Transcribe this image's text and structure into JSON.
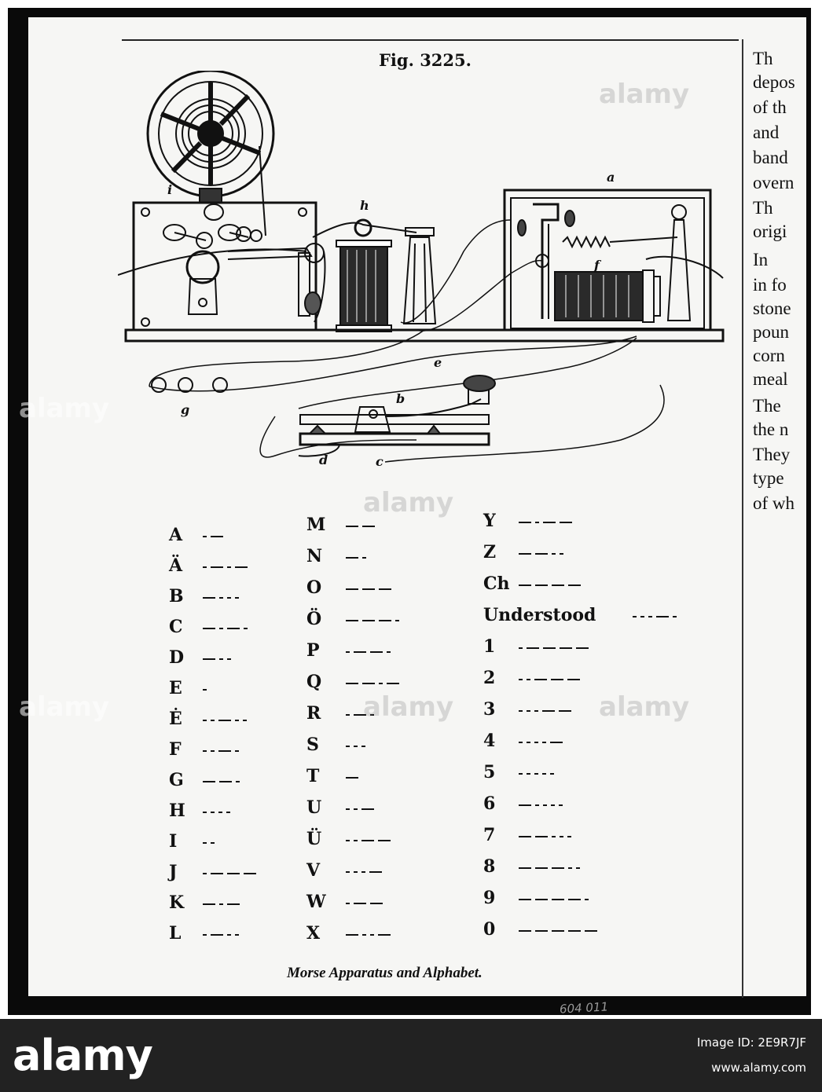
{
  "figure": {
    "title": "Fig. 3225.",
    "caption": "Morse Apparatus and Alphabet.",
    "part_labels": [
      "a",
      "b",
      "c",
      "d",
      "e",
      "f",
      "g",
      "h",
      "i"
    ]
  },
  "body_text": [
    "Th",
    "depos",
    "of th",
    "and",
    "band",
    "overn",
    "Th",
    "origi",
    "In",
    "in fo",
    "stone",
    "poun",
    "corn",
    "meal",
    "The",
    "the n",
    "They",
    "type",
    "of wh"
  ],
  "alphabet": {
    "columns": [
      [
        {
          "mark": "A",
          "code": ".-"
        },
        {
          "mark": "Ä",
          "code": ".-.-"
        },
        {
          "mark": "B",
          "code": "-..."
        },
        {
          "mark": "C",
          "code": "-.-."
        },
        {
          "mark": "D",
          "code": "-.."
        },
        {
          "mark": "E",
          "code": "."
        },
        {
          "mark": "Ė",
          "code": "..-.."
        },
        {
          "mark": "F",
          "code": "..-."
        },
        {
          "mark": "G",
          "code": "--."
        },
        {
          "mark": "H",
          "code": "...."
        },
        {
          "mark": "I",
          "code": ".."
        },
        {
          "mark": "J",
          "code": ".---"
        },
        {
          "mark": "K",
          "code": "-.-"
        },
        {
          "mark": "L",
          "code": ".-.."
        }
      ],
      [
        {
          "mark": "M",
          "code": "--"
        },
        {
          "mark": "N",
          "code": "-."
        },
        {
          "mark": "O",
          "code": "---"
        },
        {
          "mark": "Ö",
          "code": "---."
        },
        {
          "mark": "P",
          "code": ".--."
        },
        {
          "mark": "Q",
          "code": "--.-"
        },
        {
          "mark": "R",
          "code": ".-."
        },
        {
          "mark": "S",
          "code": "..."
        },
        {
          "mark": "T",
          "code": "-"
        },
        {
          "mark": "U",
          "code": "..-"
        },
        {
          "mark": "Ü",
          "code": "..--"
        },
        {
          "mark": "V",
          "code": "...-"
        },
        {
          "mark": "W",
          "code": ".--"
        },
        {
          "mark": "X",
          "code": "-..-"
        }
      ],
      [
        {
          "mark": "Y",
          "code": "-.--"
        },
        {
          "mark": "Z",
          "code": "--.."
        },
        {
          "mark": "Ch",
          "code": "----"
        },
        {
          "mark": "Understood",
          "code": "...-."
        },
        {
          "mark": "1",
          "code": ".----"
        },
        {
          "mark": "2",
          "code": "..---"
        },
        {
          "mark": "3",
          "code": "...--"
        },
        {
          "mark": "4",
          "code": "....-"
        },
        {
          "mark": "5",
          "code": "....."
        },
        {
          "mark": "6",
          "code": "-...."
        },
        {
          "mark": "7",
          "code": "--..."
        },
        {
          "mark": "8",
          "code": "---.."
        },
        {
          "mark": "9",
          "code": "----."
        },
        {
          "mark": "0",
          "code": "-----"
        }
      ]
    ]
  },
  "pencil_note": "604 011",
  "stock": {
    "logo": "alamy",
    "image_id": "Image ID: 2E9R7JF",
    "url": "www.alamy.com",
    "watermark": "alamy"
  }
}
